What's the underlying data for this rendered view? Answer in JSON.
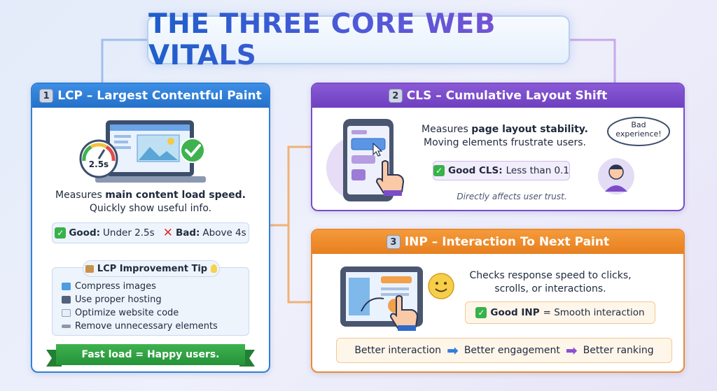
{
  "title": "THE THREE CORE WEB VITALS",
  "lcp": {
    "number": "1",
    "heading": "LCP – Largest Contentful Paint",
    "gauge_value": "2.5s",
    "desc_pre": "Measures ",
    "desc_bold": "main content load speed.",
    "desc_line2": "Quickly show useful info.",
    "good_label": "Good:",
    "good_value": "Under 2.5s",
    "bad_label": "Bad:",
    "bad_value": "Above 4s",
    "tip_title": "LCP Improvement Tip",
    "tips": [
      "Compress images",
      "Use proper hosting",
      "Optimize website code",
      "Remove unnecessary elements"
    ],
    "ribbon": "Fast load = Happy users."
  },
  "cls": {
    "number": "2",
    "heading": "CLS – Cumulative Layout Shift",
    "desc_pre": "Measures ",
    "desc_bold": "page layout stability.",
    "desc_line2": "Moving elements frustrate users.",
    "good_label": "Good CLS:",
    "good_value": "Less than 0.1",
    "note": "Directly affects user trust.",
    "bubble_line1": "Bad",
    "bubble_line2": "experience!"
  },
  "inp": {
    "number": "3",
    "heading": "INP – Interaction To Next Paint",
    "desc_line1": "Checks response speed to clicks,",
    "desc_line2": "scrolls, or interactions.",
    "good_label": "Good INP",
    "good_value": "= Smooth interaction",
    "flow": [
      "Better interaction",
      "Better engagement",
      "Better ranking"
    ]
  },
  "colors": {
    "lcp": "#2f80d8",
    "cls": "#7b4cc9",
    "inp": "#ee8a2e",
    "good": "#38b24a",
    "bad": "#d93030"
  },
  "icons": [
    "laptop-icon",
    "gauge-icon",
    "checkmark-icon",
    "phone-icon",
    "cursor-icon",
    "hand-pointer-icon",
    "frustrated-user-icon",
    "tablet-icon",
    "smiley-icon",
    "box-icon",
    "lightbulb-icon",
    "image-icon",
    "server-icon",
    "chart-icon",
    "wrench-icon",
    "arrow-right-icon"
  ]
}
